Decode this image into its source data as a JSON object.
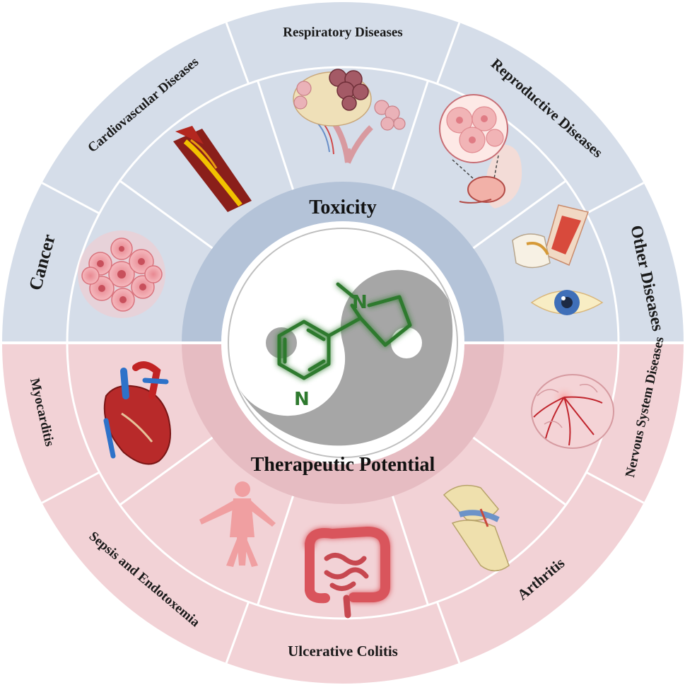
{
  "title_toxicity": "Toxicity",
  "title_therapeutic": "Therapeutic Potential",
  "toxicity_segments": [
    {
      "label": "Cancer",
      "icon": "cancer-cells-icon"
    },
    {
      "label": "Cardiovascular Diseases",
      "icon": "artery-plaque-icon"
    },
    {
      "label": "Respiratory Diseases",
      "icon": "lung-alveoli-icon"
    },
    {
      "label": "Reproductive Diseases",
      "icon": "embryo-icon"
    },
    {
      "label": "Other Diseases",
      "icon": "tooth-and-eye-icon"
    }
  ],
  "therapeutic_segments": [
    {
      "label": "Nervous System Diseases",
      "icon": "brain-icon"
    },
    {
      "label": "Arthritis",
      "icon": "knee-joint-icon"
    },
    {
      "label": "Ulcerative Colitis",
      "icon": "intestine-icon"
    },
    {
      "label": "Sepsis and Endotoxemia",
      "icon": "human-body-icon"
    },
    {
      "label": "Myocarditis",
      "icon": "heart-icon"
    }
  ],
  "molecule": {
    "atoms": [
      "N",
      "N"
    ],
    "icon": "nicotine-structure-icon"
  },
  "colors": {
    "toxicity_bg": "#d5dde9",
    "toxicity_ring": "#b4c3d8",
    "therapeutic_bg": "#f2d2d6",
    "therapeutic_ring": "#e6bcc2",
    "yin_yang_dark": "#a6a6a6",
    "molecule": "#2f7a2f"
  }
}
